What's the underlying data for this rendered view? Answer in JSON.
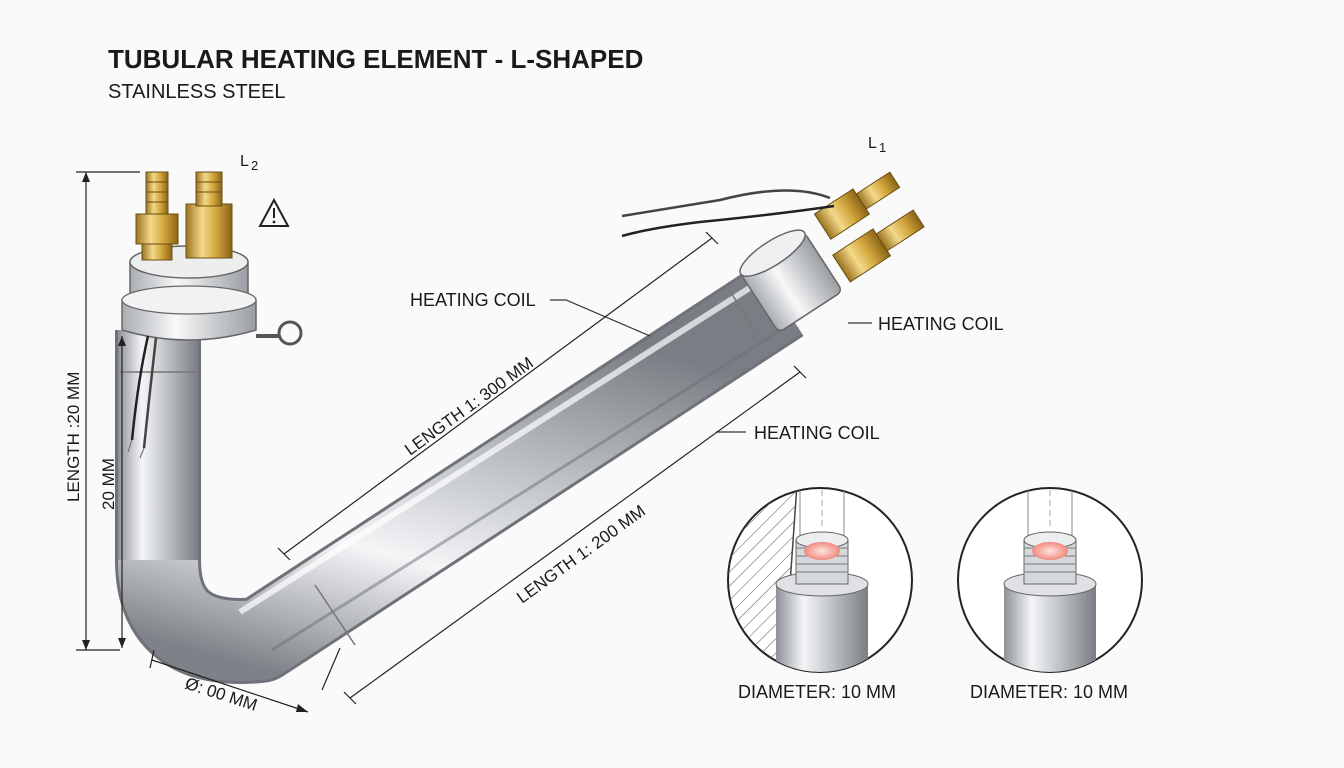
{
  "header": {
    "title": "TUBULAR HEATING ELEMENT - L-SHAPED",
    "subtitle": "STAINLESS STEEL"
  },
  "terminals": {
    "left_label": "L",
    "left_sub": "2",
    "right_label": "L",
    "right_sub": "1"
  },
  "callouts": {
    "coil_top": "HEATING COIL",
    "coil_right": "HEATING COIL",
    "coil_mid": "HEATING COIL"
  },
  "dimensions": {
    "vertical_outer": "LENGTH :20 MM",
    "vertical_inner": "20 MM",
    "diag_upper": "LENGTH 1: 300 MM",
    "diag_lower": "LENGTH 1: 200 MM",
    "bend_diameter": "Ø: 00 MM"
  },
  "sections": [
    {
      "label": "DIAMETER: 10 MM"
    },
    {
      "label": "DIAMETER: 10 MM"
    }
  ],
  "colors": {
    "steel_light": "#f2f3f5",
    "steel_dark": "#8d9197",
    "brass_light": "#f3d98a",
    "brass_dark": "#9c7420",
    "hot_core": "#f4a59c",
    "warning": "#222222"
  }
}
